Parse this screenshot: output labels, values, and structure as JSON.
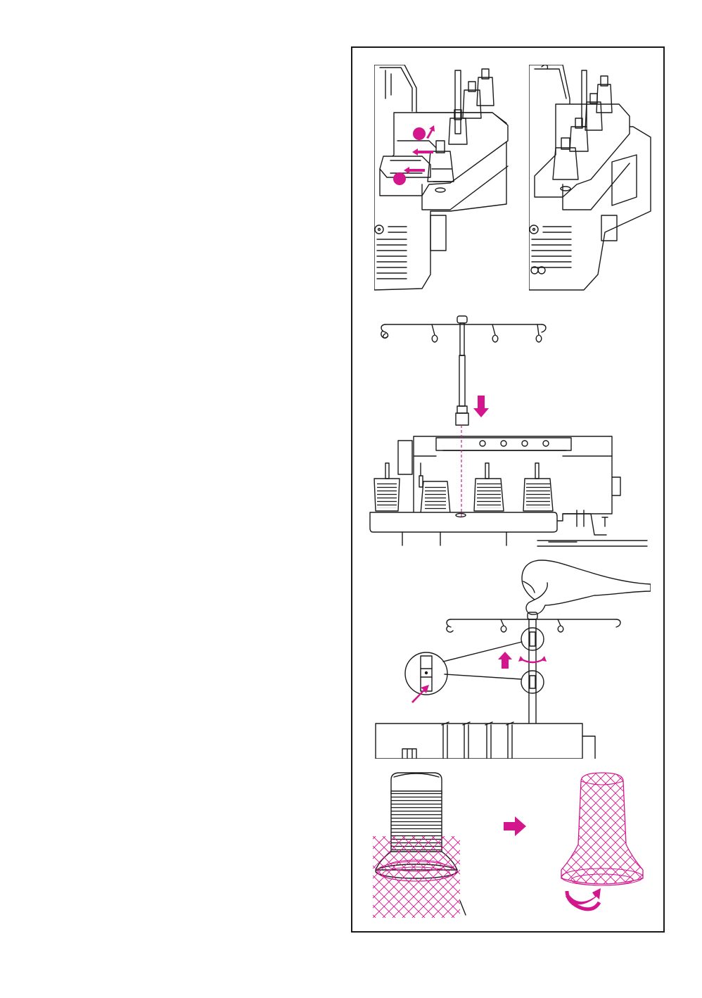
{
  "colors": {
    "accent": "#d4168c",
    "line": "#1a1a1a",
    "background": "#ffffff"
  },
  "diagram": {
    "panels": [
      {
        "id": "spool-cover-open",
        "icon": "serger-top-cover-icon"
      },
      {
        "id": "spool-cover-closed",
        "icon": "serger-top-cover-icon"
      },
      {
        "id": "insert-thread-stand",
        "icon": "thread-stand-icon"
      },
      {
        "id": "extend-thread-stand",
        "icon": "hand-pull-icon"
      },
      {
        "id": "spool-net-apply",
        "icon": "spool-net-icon"
      }
    ]
  }
}
